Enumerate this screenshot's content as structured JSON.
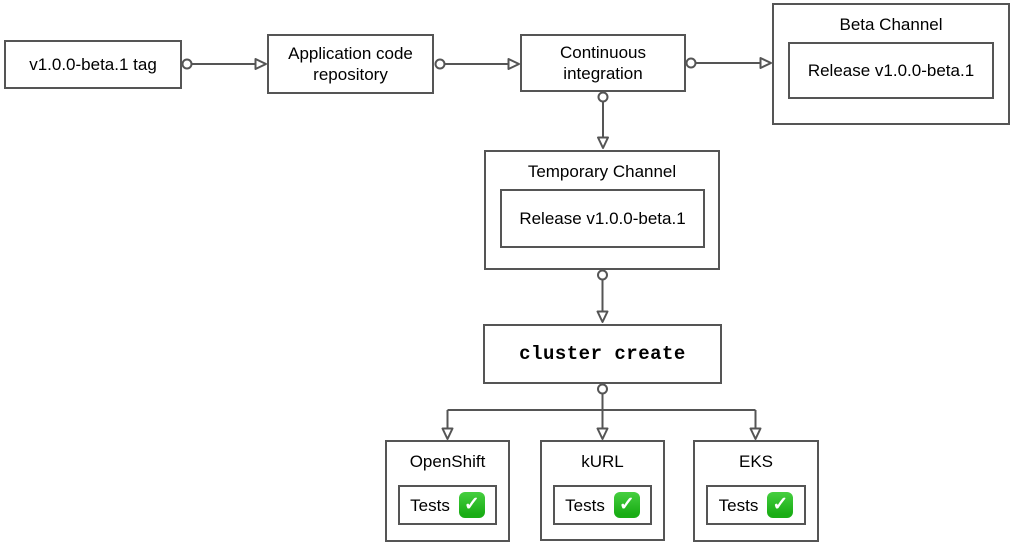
{
  "colors": {
    "stroke": "#555555",
    "text": "#000000",
    "background": "#ffffff",
    "check_green": "#1aad15",
    "check_mark": "#ffffff"
  },
  "icons": {
    "check": "✓"
  },
  "nodes": {
    "tag": {
      "label": "v1.0.0-beta.1 tag"
    },
    "repo": {
      "label": "Application code repository"
    },
    "ci": {
      "label": "Continuous integration"
    },
    "beta_channel": {
      "title": "Beta Channel",
      "release_label": "Release v1.0.0-beta.1"
    },
    "temporary_channel": {
      "title": "Temporary Channel",
      "release_label": "Release v1.0.0-beta.1"
    },
    "cluster_create": {
      "label": "cluster create"
    },
    "openshift": {
      "title": "OpenShift",
      "tests_label": "Tests",
      "tests_status": "passed"
    },
    "kurl": {
      "title": "kURL",
      "tests_label": "Tests",
      "tests_status": "passed"
    },
    "eks": {
      "title": "EKS",
      "tests_label": "Tests",
      "tests_status": "passed"
    }
  },
  "edges": [
    {
      "from": "tag",
      "to": "repo"
    },
    {
      "from": "repo",
      "to": "ci"
    },
    {
      "from": "ci",
      "to": "beta_channel"
    },
    {
      "from": "ci",
      "to": "temporary_channel"
    },
    {
      "from": "temporary_channel",
      "to": "cluster_create"
    },
    {
      "from": "cluster_create",
      "to": "openshift"
    },
    {
      "from": "cluster_create",
      "to": "kurl"
    },
    {
      "from": "cluster_create",
      "to": "eks"
    }
  ]
}
